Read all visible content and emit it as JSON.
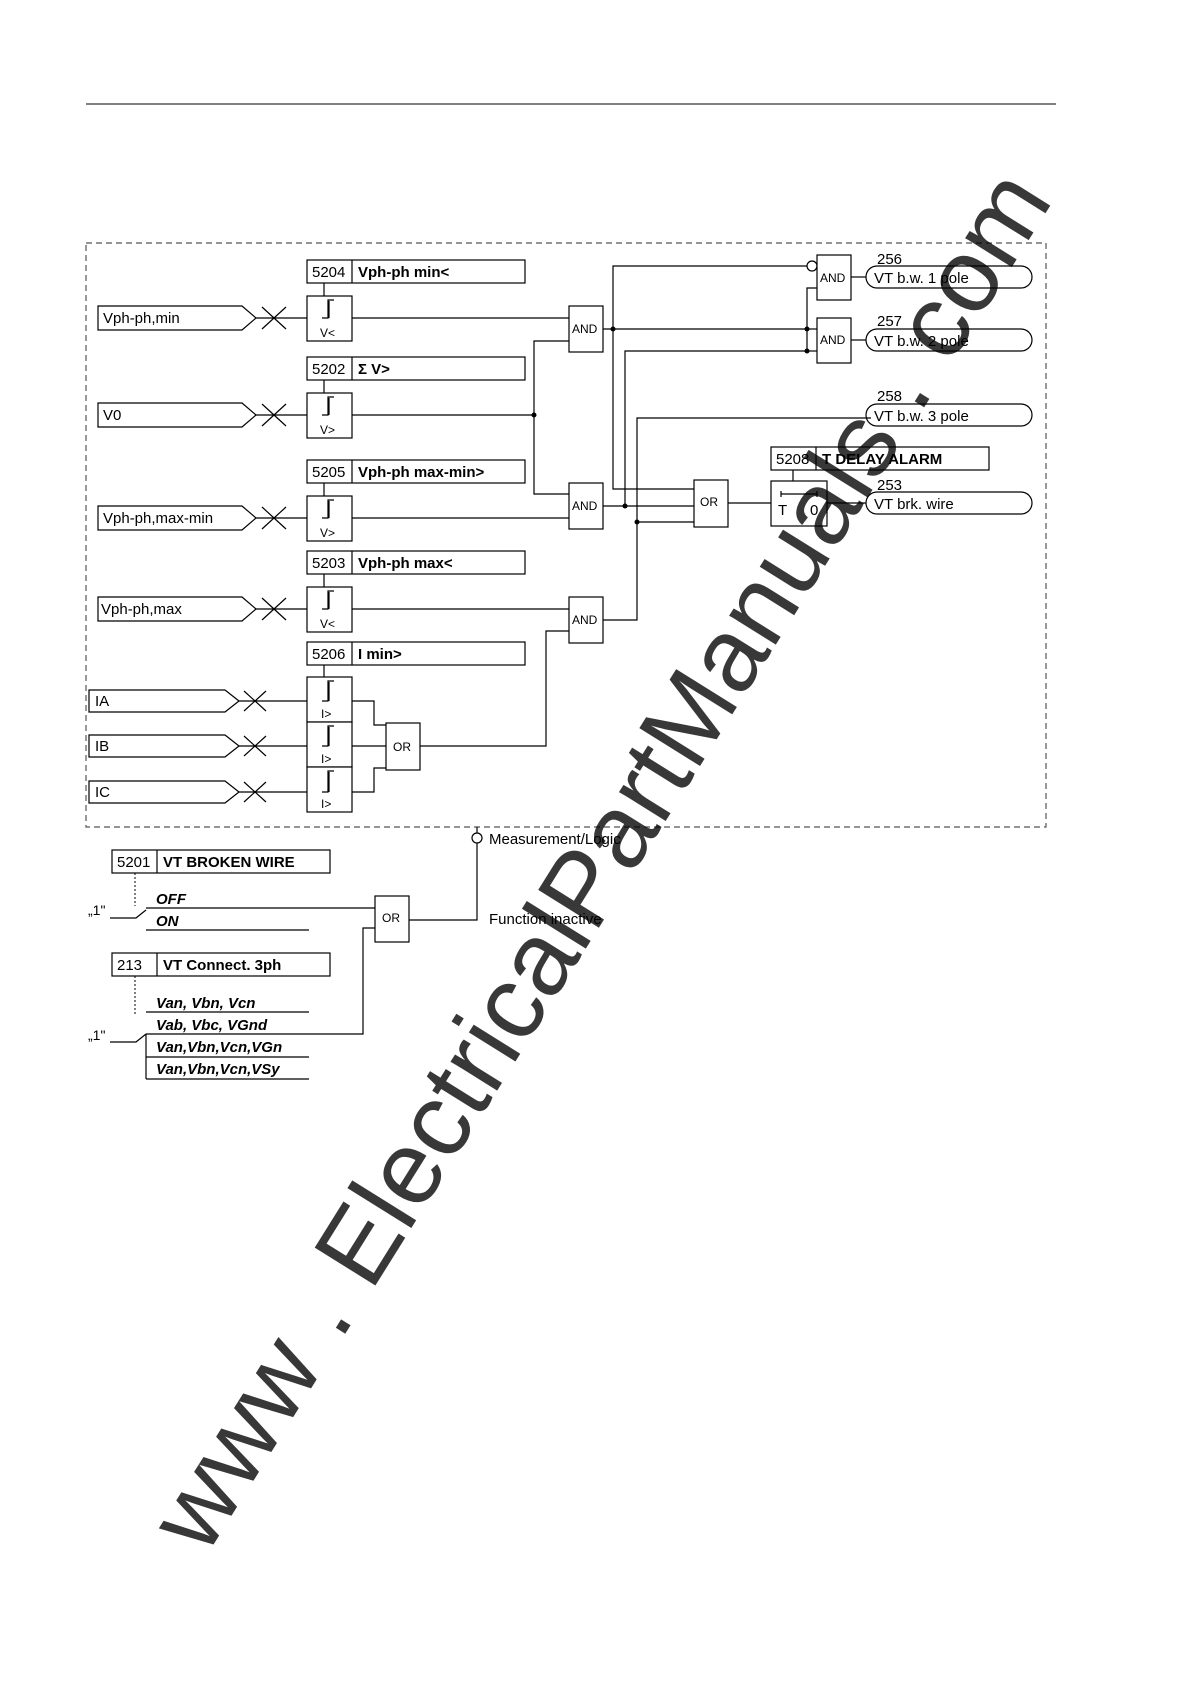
{
  "inputs": {
    "vphph_min": "Vph-ph,min",
    "v0": "V0",
    "vphph_maxmin": "Vph-ph,max-min",
    "vphph_max": "Vph-ph,max",
    "ia": "IA",
    "ib": "IB",
    "ic": "IC"
  },
  "params": [
    {
      "addr": "5204",
      "name": "Vph-ph min<"
    },
    {
      "addr": "5202",
      "name": "Σ V>"
    },
    {
      "addr": "5205",
      "name": "Vph-ph max-min>"
    },
    {
      "addr": "5203",
      "name": "Vph-ph max<"
    },
    {
      "addr": "5206",
      "name": "I min>"
    },
    {
      "addr": "5208",
      "name": "T DELAY ALARM"
    },
    {
      "addr": "5201",
      "name": "VT BROKEN WIRE"
    },
    {
      "addr": "213",
      "name": "VT Connect. 3ph"
    }
  ],
  "comparators": {
    "under_v": "V<",
    "over_v": "V>",
    "over_i": "I>"
  },
  "gates": {
    "and": "AND",
    "or": "OR"
  },
  "timer": {
    "t": "T",
    "zero": "0"
  },
  "outputs": [
    {
      "num": "256",
      "label": "VT b.w. 1 pole"
    },
    {
      "num": "257",
      "label": "VT b.w. 2 pole"
    },
    {
      "num": "258",
      "label": "VT b.w. 3 pole"
    },
    {
      "num": "253",
      "label": "VT brk. wire"
    }
  ],
  "switch_5201": {
    "constant": "„1\"",
    "options": [
      "OFF",
      "ON"
    ]
  },
  "switch_213": {
    "constant": "„1\"",
    "options": [
      "Van, Vbn, Vcn",
      "Vab, Vbc, VGnd",
      "Van,Vbn,Vcn,VGn",
      "Van,Vbn,Vcn,VSy"
    ]
  },
  "mode_labels": {
    "measurement": "Measurement/Logic",
    "inactive": "Function inactive"
  },
  "watermark": "www . ElectricalPartManuals . com"
}
